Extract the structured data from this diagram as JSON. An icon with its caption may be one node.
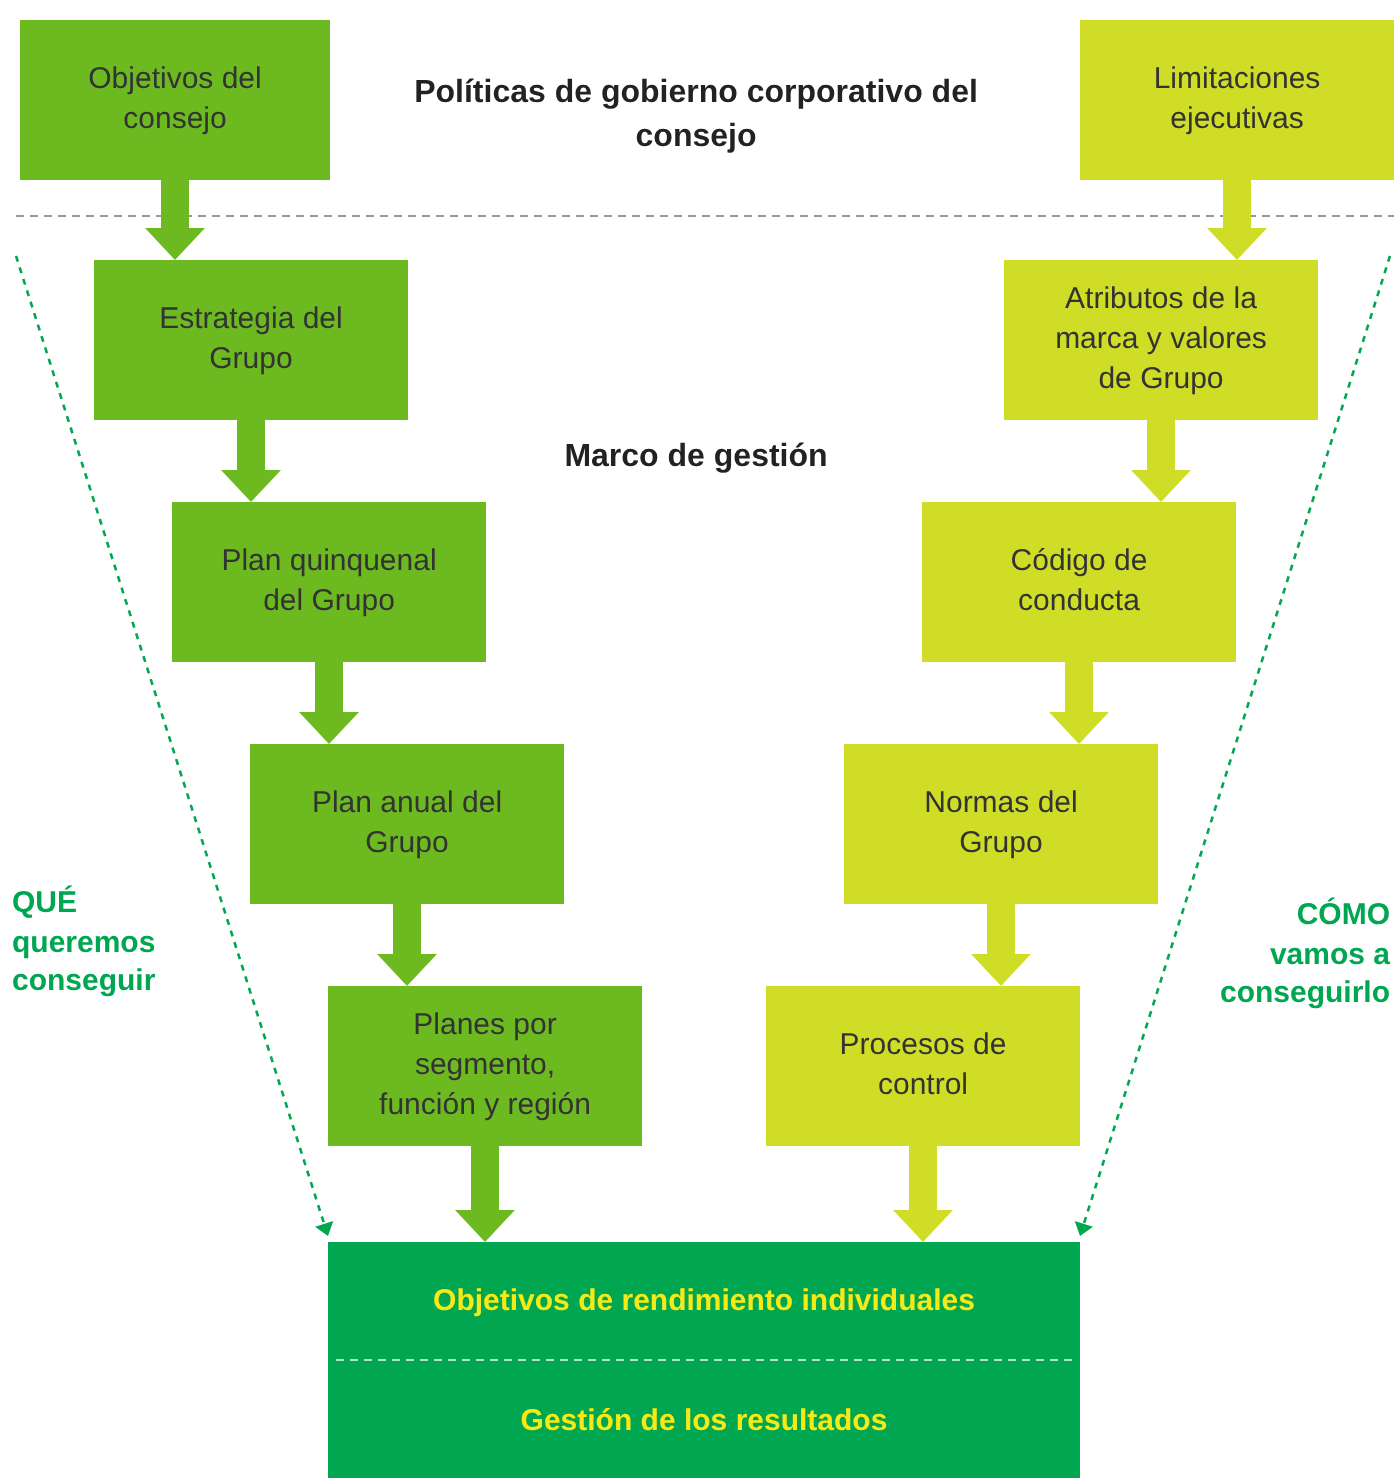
{
  "diagram": {
    "nodes": [
      {
        "text": [
          "Objetivos del consejo"
        ]
      },
      {
        "text": [
          "Limitaciones ejecutivas"
        ]
      },
      {
        "text": [
          "Estrategia del Grupo"
        ]
      },
      {
        "text": [
          "Atributos de la marca y valores de Grupo"
        ]
      },
      {
        "text": [
          "Plan quinquenal del Grupo"
        ]
      },
      {
        "text": [
          "Código de conducta"
        ]
      },
      {
        "text": [
          "Plan anual del Grupo"
        ]
      },
      {
        "text": [
          "Normas del Grupo"
        ]
      },
      {
        "text": [
          "Planes por segmento, función y región"
        ]
      },
      {
        "text": [
          "Procesos de control"
        ]
      },
      {
        "text": [
          "Objetivos de rendimiento individuales",
          "Gestión de los resultados"
        ]
      }
    ],
    "edges": [
      {
        "from": 0,
        "to": 2,
        "arrow": "to",
        "color": "#6cb920"
      },
      {
        "from": 1,
        "to": 3,
        "arrow": "to",
        "color": "#cfdd27"
      },
      {
        "from": 2,
        "to": 4,
        "arrow": "to",
        "color": "#6cb920"
      },
      {
        "from": 3,
        "to": 5,
        "arrow": "to",
        "color": "#cfdd27"
      },
      {
        "from": 4,
        "to": 6,
        "arrow": "to",
        "color": "#6cb920"
      },
      {
        "from": 5,
        "to": 7,
        "arrow": "to",
        "color": "#cfdd27"
      },
      {
        "from": 6,
        "to": 8,
        "arrow": "to",
        "color": "#6cb920"
      },
      {
        "from": 7,
        "to": 9,
        "arrow": "to",
        "color": "#cfdd27"
      },
      {
        "from": 8,
        "to": 10,
        "arrow": "to",
        "color": "#6cb920"
      },
      {
        "from": 9,
        "to": 10,
        "arrow": "to",
        "color": "#cfdd27"
      },
      {
        "from": null,
        "to": 10,
        "arrow": "to",
        "style": "dashed",
        "color": "#00a650",
        "label": "QUÉ queremos conseguir"
      },
      {
        "from": null,
        "to": 10,
        "arrow": "to",
        "style": "dashed",
        "color": "#00a650",
        "label": "CÓMO vamos a conseguirlo"
      }
    ],
    "labels": [
      "Políticas de gobierno corporativo del consejo",
      "Marco de gestión"
    ]
  }
}
